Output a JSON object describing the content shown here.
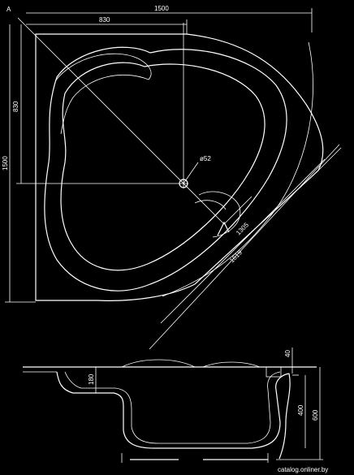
{
  "plan": {
    "corner_label": "A",
    "width_total": "1500",
    "width_partial": "830",
    "height_partial": "830",
    "height_total": "1500",
    "drain_label": "ø52",
    "diag_inner": "1305",
    "diag_outer": "1619"
  },
  "section": {
    "rim_label": "40",
    "depth_inner": "400",
    "depth_total": "600",
    "step_label": "180"
  },
  "watermark": "catalog.onliner.by"
}
